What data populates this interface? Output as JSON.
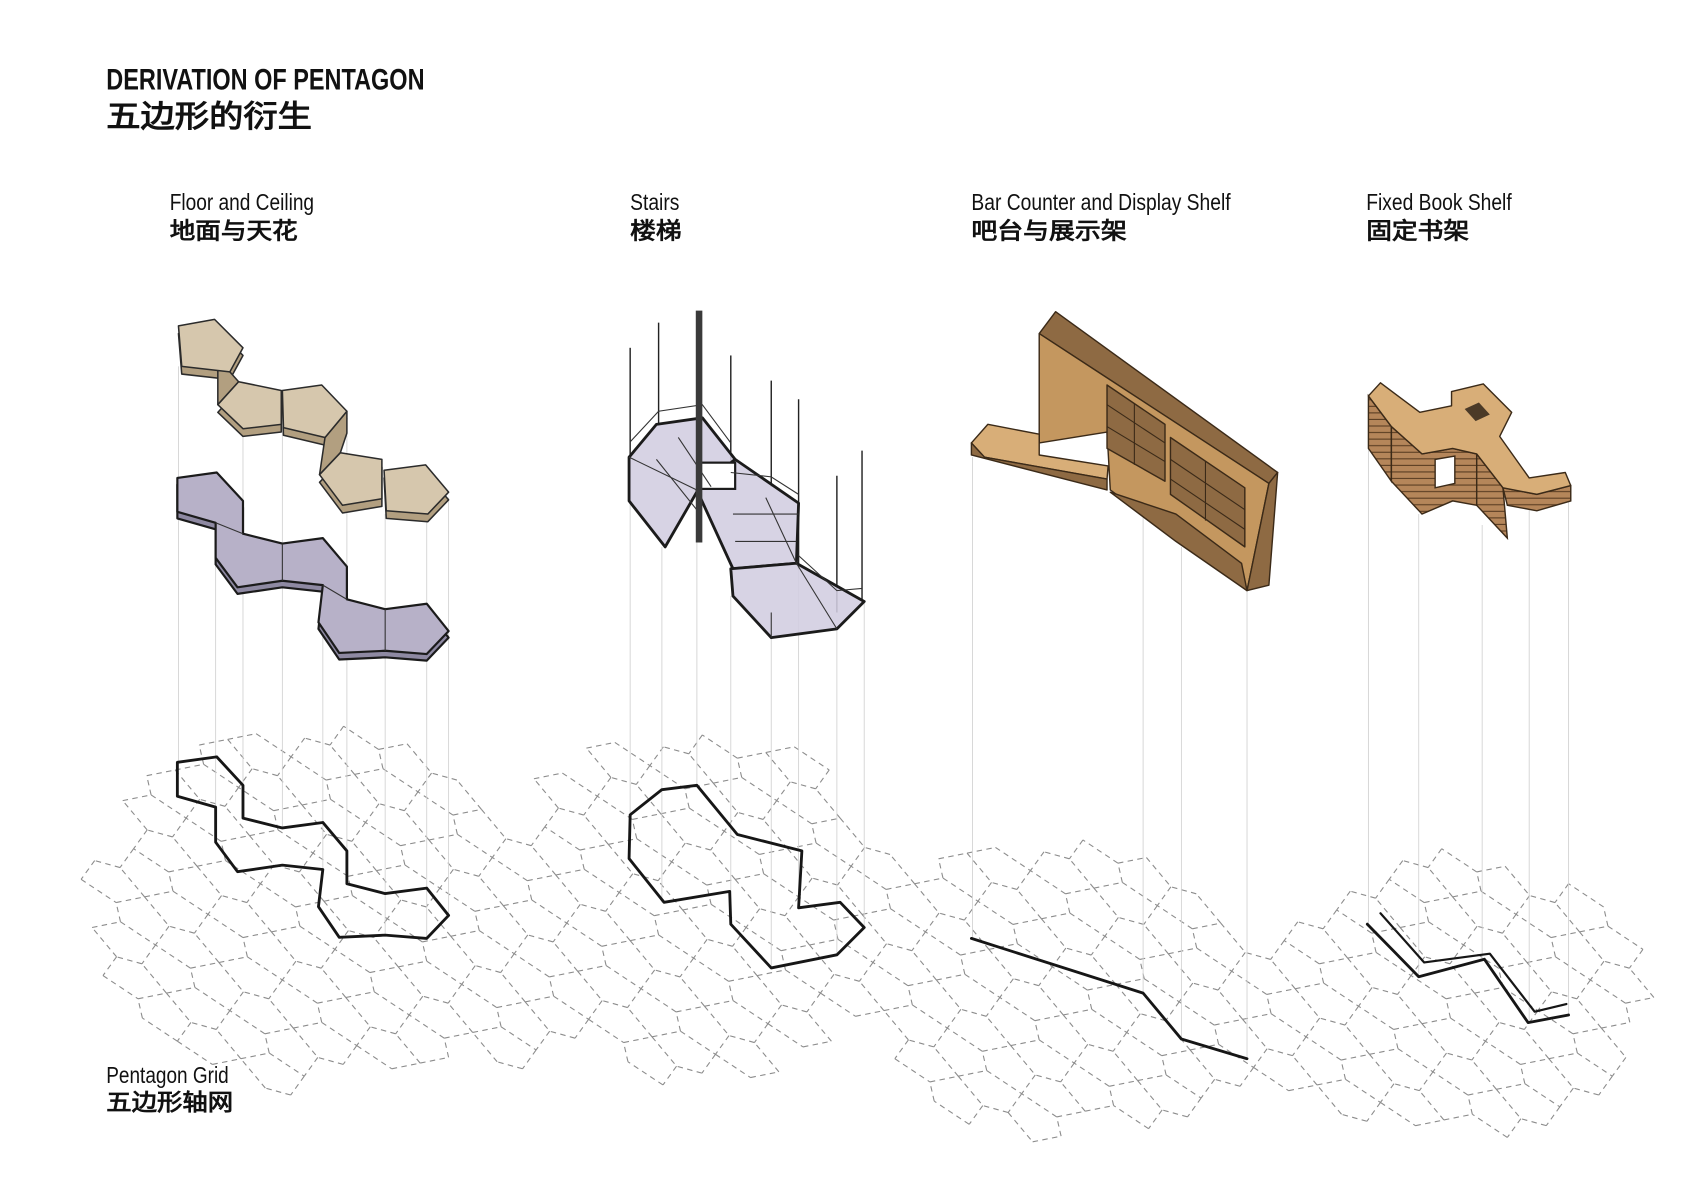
{
  "title": {
    "en": "DERIVATION OF PENTAGON",
    "zh": "五边形的衍生"
  },
  "sections": [
    {
      "en": "Floor and Ceiling",
      "zh": "地面与天花"
    },
    {
      "en": "Stairs",
      "zh": "楼梯"
    },
    {
      "en": "Bar Counter and Display Shelf",
      "zh": "吧台与展示架"
    },
    {
      "en": "Fixed Book Shelf",
      "zh": "固定书架"
    }
  ],
  "grid_label": {
    "en": "Pentagon Grid",
    "zh": "五边形轴网"
  },
  "colors": {
    "floor": "#d6c7ad",
    "floor_side": "#b29f80",
    "ceiling": "#b7b1c8",
    "ceiling_side": "#8e89a2",
    "stairs": "#d2cde0",
    "wood": "#c4975f",
    "wood_dark": "#8e6a43",
    "wood_light": "#d8ae78",
    "line": "#161616",
    "guide": "#d2d2d2",
    "grid_dash": "#8c8c8c"
  }
}
